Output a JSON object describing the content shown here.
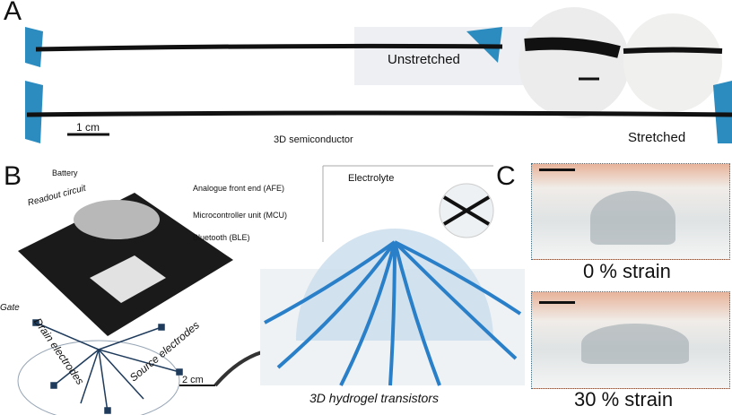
{
  "panels": {
    "a": "A",
    "b": "B",
    "c": "C"
  },
  "panel_a": {
    "unstretched": "Unstretched",
    "stretched": "Stretched",
    "scale": "1 cm"
  },
  "panel_b": {
    "readout": "Readout circuit",
    "battery": "Battery",
    "afe": "Analogue front end (AFE)",
    "mcu": "Microcontroller unit (MCU)",
    "ble": "Bluetooth (BLE)",
    "gate": "Gate",
    "drain": "Drain electrodes",
    "source": "Source electrodes",
    "scale": "2 cm"
  },
  "center": {
    "semiconductor": "3D semiconductor",
    "electrolyte": "Electrolyte",
    "caption": "3D hydrogel transistors"
  },
  "panel_c": {
    "strain0": "0 % strain",
    "strain30": "30 % strain"
  },
  "colors": {
    "accent_blue": "#2a7fc9",
    "cord": "#111111",
    "board": "#1a1a1a"
  }
}
